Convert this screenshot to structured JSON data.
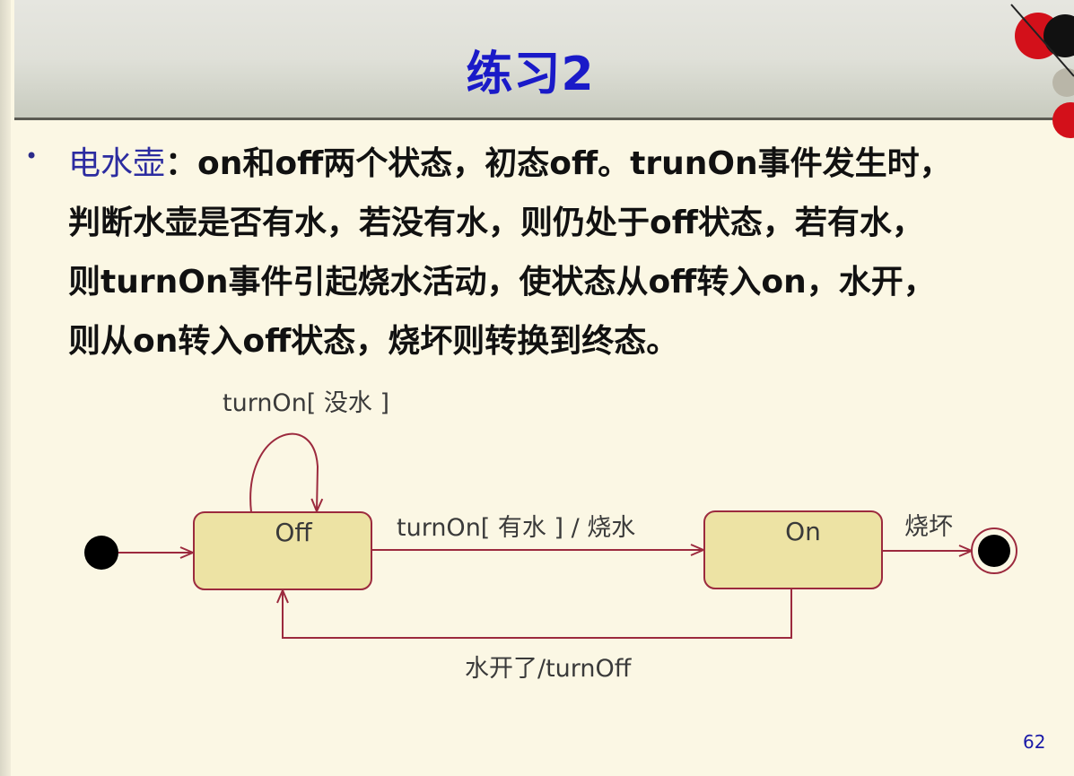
{
  "slide": {
    "title": "练习2",
    "page_number": "62"
  },
  "bullet": {
    "marker": "•",
    "lead": "电水壶",
    "lines": [
      "：on和off两个状态，初态off。trunOn事件发生时，",
      "判断水壶是否有水，若没有水，则仍处于off状态，若有水，",
      "则turnOn事件引起烧水活动，使状态从off转入on，水开，",
      "则从on转入off状态，烧坏则转换到终态。"
    ]
  },
  "diagram": {
    "states": [
      {
        "name": "Off"
      },
      {
        "name": "On"
      }
    ],
    "transitions": {
      "self_loop_label": "turnOn[ 没水 ]",
      "off_to_on_label": "turnOn[ 有水 ] / 烧水",
      "on_to_off_label": "水开了/turnOff",
      "on_to_final_label": "烧坏"
    },
    "colors": {
      "state_fill": "#ede3a4",
      "line": "#9c2a3e",
      "title": "#1a1ac8"
    }
  }
}
